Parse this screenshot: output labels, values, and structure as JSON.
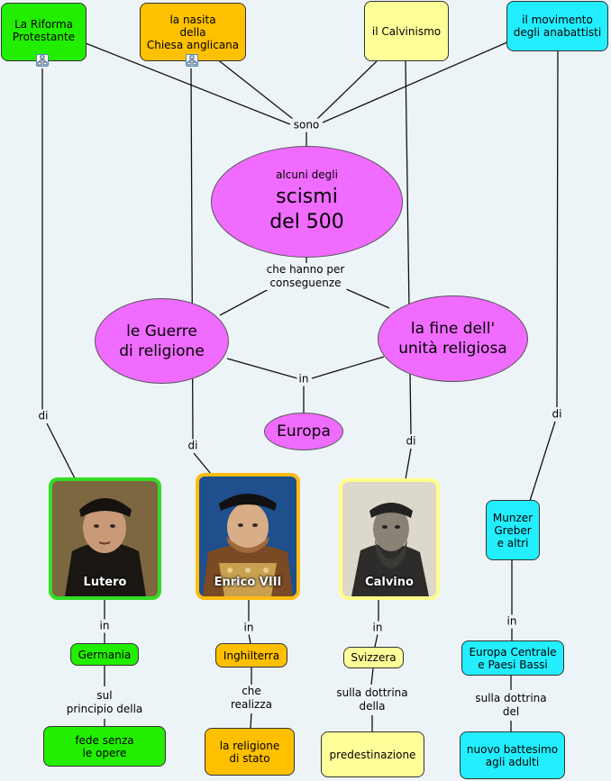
{
  "top": {
    "riforma": "La Riforma\nProtestante",
    "anglicana": "la nasita\ndella\nChiesa anglicana",
    "calvinismo": "il Calvinismo",
    "anabattisti": "il movimento\ndegli anabattisti"
  },
  "center": {
    "sono": "sono",
    "scismi_small": "alcuni degli",
    "scismi_big": "scismi\ndel 500",
    "conseguenze": "che hanno per\nconseguenze",
    "guerre": "le Guerre\ndi religione",
    "fine": "la fine dell'\nunità religiosa",
    "in": "in",
    "europa": "Europa"
  },
  "links": {
    "di_lutero": "di",
    "di_enrico": "di",
    "di_calvino": "di",
    "di_munzer": "di"
  },
  "columns": {
    "lutero": {
      "name": "Lutero",
      "in": "in",
      "place": "Germania",
      "relation": "sul\nprincipio della",
      "doctrine": "fede senza\nle opere"
    },
    "enrico": {
      "name": "Enrico VIII",
      "in": "in",
      "place": "Inghilterra",
      "relation": "che\nrealizza",
      "doctrine": "la religione\ndi stato"
    },
    "calvino": {
      "name": "Calvino",
      "in": "in",
      "place": "Svizzera",
      "relation": "sulla dottrina\ndella",
      "doctrine": "predestinazione"
    },
    "munzer": {
      "name": "Munzer\nGreber\ne altri",
      "in": "in",
      "place": "Europa Centrale\ne Paesi Bassi",
      "relation": "sulla dottrina\ndel",
      "doctrine": "nuovo battesimo\nagli adulti"
    }
  },
  "icons": {
    "subtree": "sitemap-icon"
  },
  "colors": {
    "background": "#edf4f8",
    "green": "#22ee00",
    "orange": "#ffc000",
    "yellow": "#ffff99",
    "cyan": "#22eeff",
    "magenta": "#f06bff"
  }
}
